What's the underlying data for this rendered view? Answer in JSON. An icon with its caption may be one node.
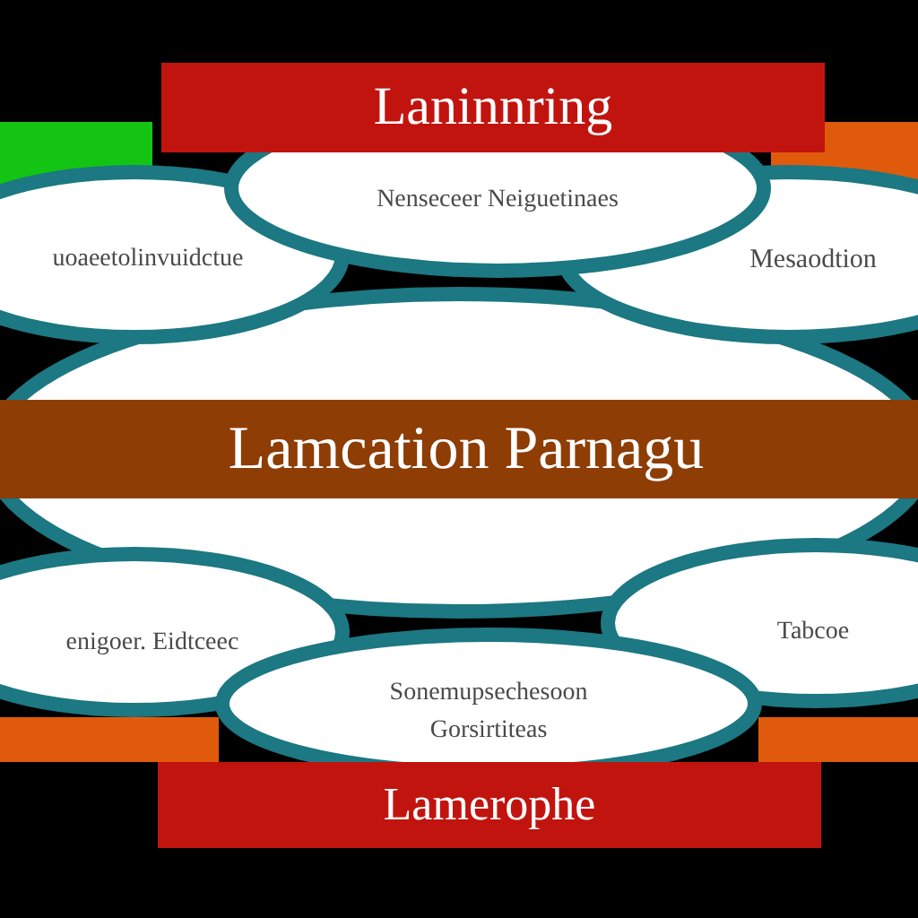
{
  "diagram": {
    "nodes": [
      {
        "text": [
          "Laninnring"
        ]
      },
      {
        "text": [
          "Nenseceer Neiguetinaes"
        ]
      },
      {
        "text": [
          "uoaeetolinvuidctue"
        ]
      },
      {
        "text": [
          "Mesaodtion"
        ]
      },
      {
        "text": [
          "Lamcation Parnagu"
        ]
      },
      {
        "text": [
          "enigoer. Eidtceec"
        ]
      },
      {
        "text": [
          "Tabcoe"
        ]
      },
      {
        "text": [
          "Sonemupsechesoon",
          "Gorsirtiteas"
        ]
      },
      {
        "text": [
          "Lamerophe"
        ]
      }
    ]
  }
}
